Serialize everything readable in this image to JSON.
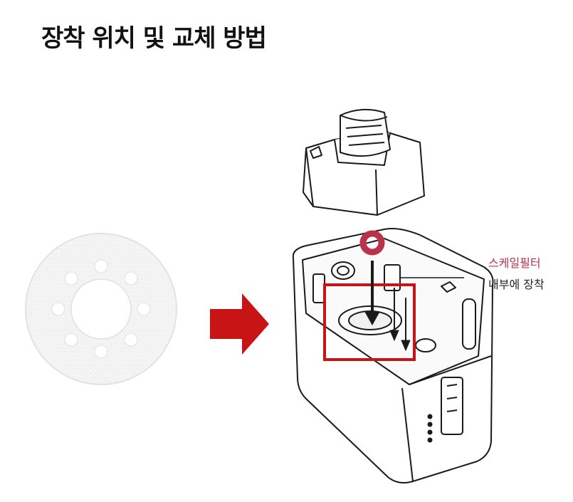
{
  "page": {
    "title": "장착 위치 및 교체 방법"
  },
  "callout": {
    "label": "스케일필터",
    "sublabel": "내부에 장착"
  },
  "colors": {
    "accent_red": "#c81414",
    "filter_ring": "#b8334a",
    "label_red": "#b8334a",
    "outline": "#1a1a1a"
  },
  "icons": {
    "arrow": "right-arrow-icon",
    "filter": "scale-filter-disc",
    "device": "humidifier-base-illustration",
    "tank": "water-tank-lid-illustration"
  }
}
